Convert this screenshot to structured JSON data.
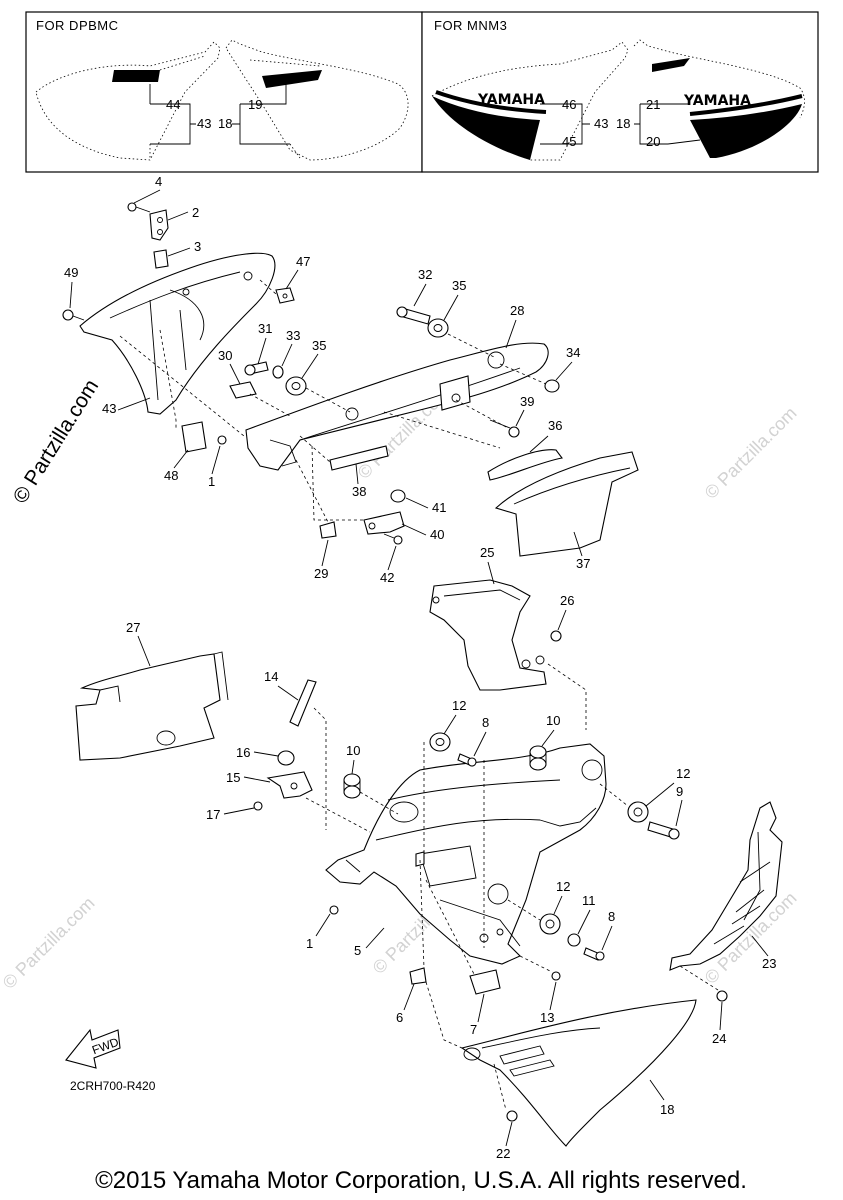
{
  "insets": {
    "left_title": "FOR DPBMC",
    "right_title": "FOR MNM3"
  },
  "logos": {
    "text": "YAMAHA"
  },
  "watermarks": {
    "brand": "© Partzilla.com"
  },
  "diagram_code": "2CRH700-R420",
  "fwd_label": "FWD",
  "footer": "©2015 Yamaha Motor Corporation, U.S.A. All rights reserved.",
  "callouts": {
    "c1a": "1",
    "c1b": "1",
    "c2": "2",
    "c3": "3",
    "c4": "4",
    "c5": "5",
    "c6": "6",
    "c7": "7",
    "c8a": "8",
    "c8b": "8",
    "c9": "9",
    "c10a": "10",
    "c10b": "10",
    "c11": "11",
    "c12a": "12",
    "c12b": "12",
    "c12c": "12",
    "c13": "13",
    "c14": "14",
    "c15": "15",
    "c16": "16",
    "c17": "17",
    "c18": "18",
    "c18i1": "18",
    "c18i2": "18",
    "c19": "19",
    "c20": "20",
    "c21": "21",
    "c22": "22",
    "c23": "23",
    "c24": "24",
    "c25": "25",
    "c26": "26",
    "c27": "27",
    "c28": "28",
    "c29": "29",
    "c30": "30",
    "c31": "31",
    "c32": "32",
    "c33": "33",
    "c34": "34",
    "c35a": "35",
    "c35b": "35",
    "c36": "36",
    "c37": "37",
    "c38": "38",
    "c39": "39",
    "c40": "40",
    "c41": "41",
    "c42": "42",
    "c43": "43",
    "c43i1": "43",
    "c43i2": "43",
    "c44": "44",
    "c45": "45",
    "c46": "46",
    "c47": "47",
    "c48": "48",
    "c49": "49"
  }
}
